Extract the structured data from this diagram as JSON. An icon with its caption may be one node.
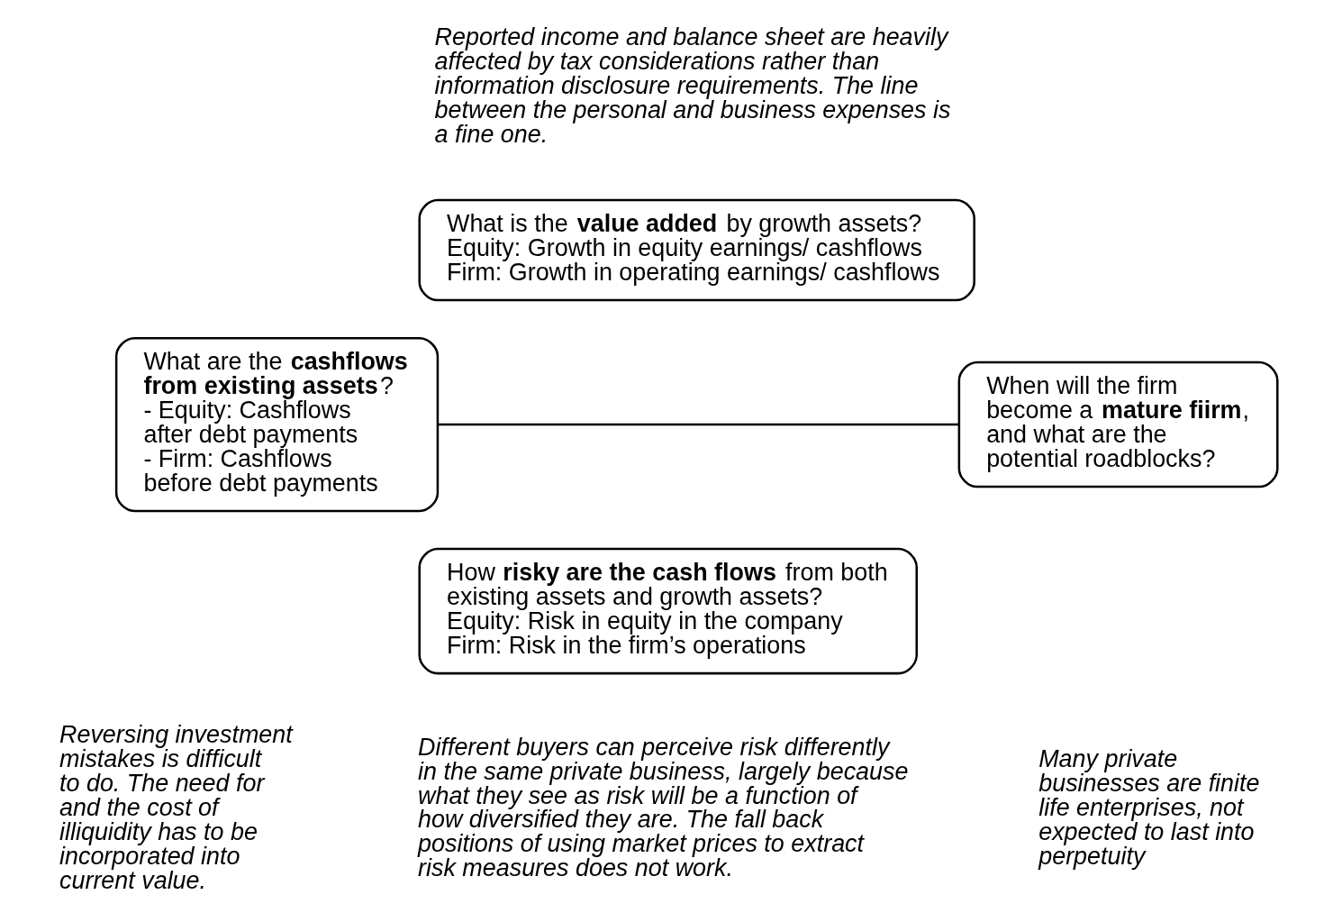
{
  "diagram": {
    "nodes": [
      {
        "text": [
          "What is the **value added** by growth assets?",
          "Equity: Growth in equity earnings/ cashflows",
          "Firm: Growth in operating earnings/ cashflows"
        ]
      },
      {
        "text": [
          "What are the **cashflows from existing assets**?",
          "- Equity: Cashflows after debt payments",
          "- Firm: Cashflows before debt payments"
        ]
      },
      {
        "text": [
          "When will the firm become a **mature fiirm**, and what are the potential roadblocks?"
        ]
      },
      {
        "text": [
          "How **risky are the cash flows** from both existing assets and growth assets?",
          "Equity: Risk in equity in the company",
          "Firm: Risk in the firm’s operations"
        ]
      }
    ],
    "edges": [
      {
        "from": 1,
        "to": 2,
        "arrow": "none"
      }
    ],
    "labels": [
      "Reported income and balance sheet are heavily affected by tax considerations rather than information disclosure requirements. The line between the personal and business expenses is a fine one.",
      "Reversing investment mistakes is difficult to do. The need for and the cost of illiquidity has to be incorporated into current value.",
      "Different buyers can perceive risk differently in the same private business, largely because what they see as risk will be a function of how diversified they are. The fall back positions of using market prices to extract risk measures does not work.",
      "Many private businesses are finite life enterprises, not expected to last into perpetuity"
    ]
  }
}
